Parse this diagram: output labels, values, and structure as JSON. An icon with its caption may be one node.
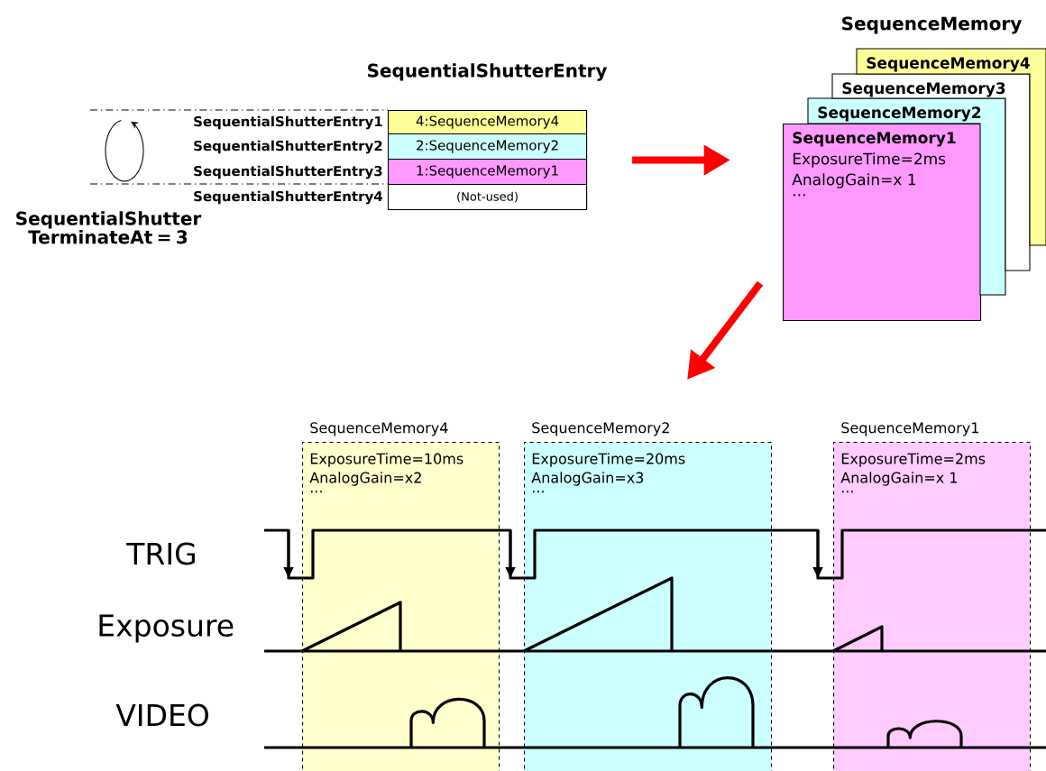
{
  "diagram": {
    "nodes": [
      {
        "text": [
          "SequentialShutterEntry"
        ]
      },
      {
        "text": [
          "4:SequenceMemory4"
        ],
        "in": 0,
        "beside": [
          "SequentialShutterEntry1"
        ]
      },
      {
        "text": [
          "2:SequenceMemory2"
        ],
        "in": 0,
        "beside": [
          "SequentialShutterEntry2"
        ]
      },
      {
        "text": [
          "1:SequenceMemory1"
        ],
        "in": 0,
        "beside": [
          "SequentialShutterEntry3"
        ]
      },
      {
        "text": [
          "(Not-used)"
        ],
        "in": 0,
        "beside": [
          "SequentialShutterEntry4"
        ]
      },
      {
        "text": [
          "SequenceMemory1",
          "ExposureTime=2ms",
          "AnalogGain=x 1",
          "..."
        ]
      },
      {
        "text": [
          "SequenceMemory2"
        ]
      },
      {
        "text": [
          "SequenceMemory3"
        ]
      },
      {
        "text": [
          "SequenceMemory4"
        ]
      },
      {
        "text": [
          "SequenceMemory4",
          "ExposureTime=10ms",
          "AnalogGain=x2",
          "..."
        ]
      },
      {
        "text": [
          "SequenceMemory2",
          "ExposureTime=20ms",
          "AnalogGain=x3",
          "..."
        ]
      },
      {
        "text": [
          "SequenceMemory1",
          "ExposureTime=2ms",
          "AnalogGain=x 1",
          "..."
        ]
      }
    ],
    "edges": [
      {
        "from": 0,
        "to": 5,
        "arrow": "to"
      },
      {
        "from": 5,
        "to": null,
        "arrow": "to"
      }
    ],
    "labels": [
      "SequentialShutter TerminateAt = 3",
      "SequenceMemory",
      "TRIG",
      "Exposure",
      "VIDEO"
    ]
  }
}
